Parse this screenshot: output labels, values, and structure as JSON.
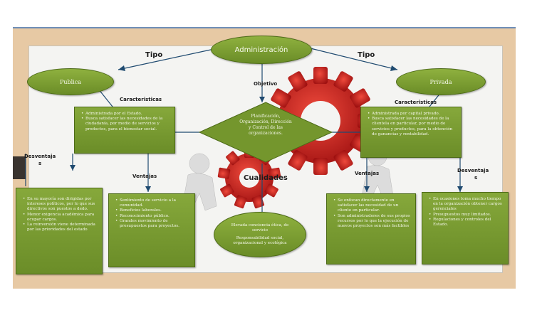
{
  "root": {
    "label": "Administración"
  },
  "labels": {
    "tipo_left": "Tipo",
    "tipo_right": "Tipo",
    "objetivo": "Objetivo",
    "caracteristicas_left": "Caracteristicas",
    "caracteristicas_right": "Caracteristicas",
    "desventajas_left_1": "Desventaja",
    "desventajas_left_2": "s",
    "desventajas_right_1": "Desventaja",
    "desventajas_right_2": "s",
    "ventajas_left": "Ventajas",
    "ventajas_right": "Ventajas",
    "cualidades": "Cualidades"
  },
  "publica": {
    "label": "Publica",
    "caracteristicas": [
      "Administrada por el Estado.",
      "Busca satisfacer las necesidades de la ciudadanía, por medio de servicios y productos, para el bienestar social."
    ],
    "desventajas": [
      "En su mayoría son dirigidas por intereses políticos, por lo que sus directivos son puestos a dedo.",
      "Menor exigencia académica para ocupar cargos.",
      "La reinversión viene determinada por las prioridades del estado"
    ],
    "ventajas": [
      "Sentimiento de servicio a la comunidad.",
      "Beneficios laborales.",
      "Reconocimiento público.",
      "Grandes movimiento de presupuestos para proyectos."
    ]
  },
  "privada": {
    "label": "Privada",
    "caracteristicas": [
      "Administrada por capital privado.",
      "Busca satisfacer las necesidades de la clientela en particular, por medio de servicios y productos, para la obtención de ganancias y rentabilidad."
    ],
    "ventajas": [
      "Se enfocan directamente en satisfacer las necesidad de un cliente en particular.",
      "Son administradores de sus propios recursos por lo que la ejecución de nuevos proyectos son más factibles"
    ],
    "desventajas": [
      "En ocasiones toma mucho tiempo en la organización obtener cargos gerenciales",
      "Presupuestos muy limitados.",
      "Regulaciones y controles del Estado."
    ]
  },
  "objetivo_text": "Planificación, Organización, Dirección y Control de las organizaciones.",
  "cualidades_items": [
    "Elevada conciencia ética, de servicio",
    "Responsabilidad social, organizacional y ecológica"
  ],
  "colors": {
    "box_green": "#78992f",
    "border_green": "#4c6a17",
    "gear_red": "#c81e1e",
    "background": "#e7c9a4"
  }
}
